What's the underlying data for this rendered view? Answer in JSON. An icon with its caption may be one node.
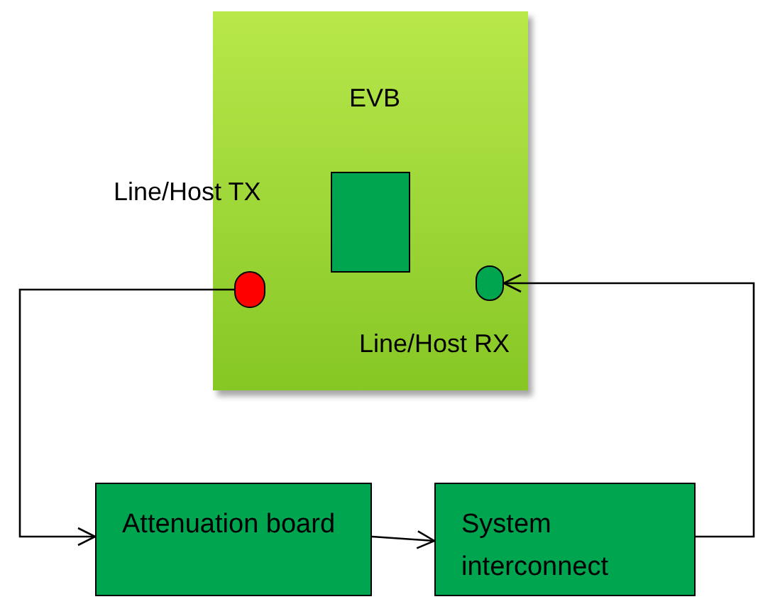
{
  "diagram": {
    "nodes": [
      {
        "text": [
          "EVB"
        ]
      },
      {
        "text": [],
        "shape": "box",
        "in": 0
      },
      {
        "text": [],
        "shape": "circle",
        "in": 0,
        "beside": [
          "Line/Host TX"
        ]
      },
      {
        "text": [],
        "shape": "circle",
        "in": 0,
        "beside": [
          "Line/Host RX"
        ]
      },
      {
        "text": [
          "Attenuation board"
        ]
      },
      {
        "text": [
          "System interconnect"
        ]
      }
    ],
    "edges": [
      {
        "from": 2,
        "to": 4,
        "arrow": "to"
      },
      {
        "from": 4,
        "to": 5,
        "arrow": "to"
      },
      {
        "from": 5,
        "to": 3,
        "arrow": "to"
      }
    ]
  }
}
